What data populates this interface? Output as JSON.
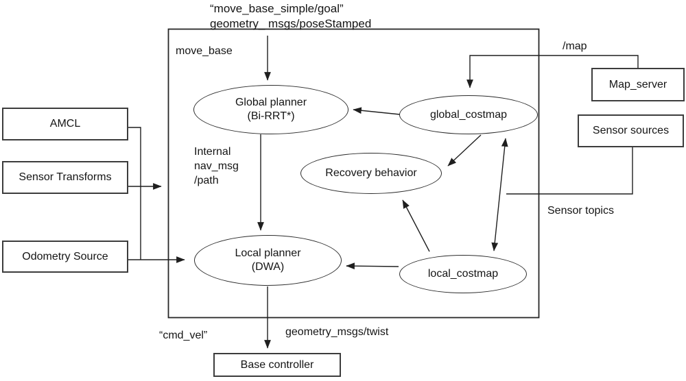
{
  "diagram": {
    "title_semantic": "ROS move_base navigation stack diagram",
    "colors": {
      "background": "#ffffff",
      "line": "#1f1f1f",
      "box_border": "#3c3c3c",
      "text": "#141414"
    },
    "top_labels": {
      "goal_topic": "“move_base_simple/goal”",
      "goal_type": "geometry_ msgs/poseStamped"
    },
    "container": {
      "label": "move_base"
    },
    "nodes": {
      "global_planner": {
        "line1": "Global planner",
        "line2": "(Bi-RRT*)"
      },
      "global_costmap": {
        "label": "global_costmap"
      },
      "recovery_behavior": {
        "label": "Recovery behavior"
      },
      "local_planner": {
        "line1": "Local planner",
        "line2": "(DWA)"
      },
      "local_costmap": {
        "label": "local_costmap"
      },
      "amcl": {
        "label": "AMCL"
      },
      "sensor_transforms": {
        "label": "Sensor Transforms"
      },
      "odometry_source": {
        "label": "Odometry Source"
      },
      "map_server": {
        "label": "Map_server"
      },
      "sensor_sources": {
        "label": "Sensor sources"
      },
      "base_controller": {
        "label": "Base controller"
      }
    },
    "edge_labels": {
      "map_topic": "/map",
      "internal_path": "Internal\nnav_msg\n/path",
      "sensor_topics": "Sensor topics",
      "cmd_vel": "“cmd_vel”",
      "twist_type": "geometry_msgs/twist"
    }
  }
}
